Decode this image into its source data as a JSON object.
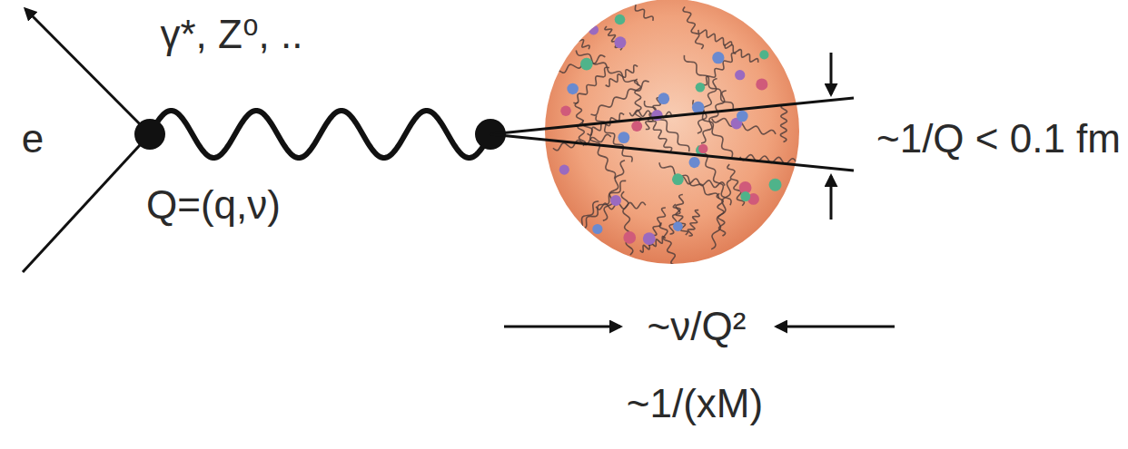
{
  "diagram": {
    "labels": [
      "e",
      "γ*, Z⁰, ..",
      "Q=(q,ν)",
      "~1/Q < 0.1 fm",
      "~ν/Q²",
      "~1/(xM)"
    ]
  }
}
